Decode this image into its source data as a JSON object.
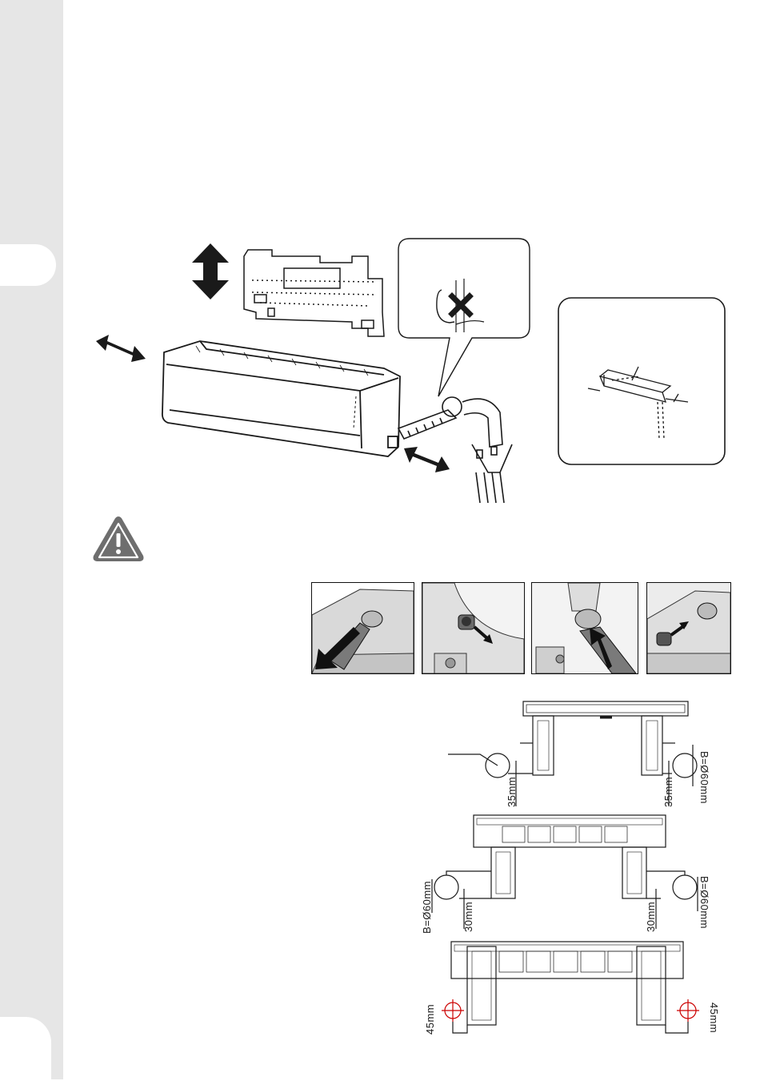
{
  "colors": {
    "sidebar": "#e6e6e6",
    "warning": "#6e6e6e",
    "ink": "#1a1a1a"
  },
  "icons": [
    "warning-triangle-icon",
    "double-arrow-icon",
    "prohibited-x-icon"
  ],
  "install_diagram": {
    "dimensions": {
      "fig1_left": "35mm",
      "fig1_right": "35mm",
      "fig1_hole": "B=Ø60mm",
      "fig2_left_hole": "B=Ø60mm",
      "fig2_left": "30mm",
      "fig2_right": "30mm",
      "fig2_right_hole": "B=Ø60mm",
      "fig3_left": "45mm",
      "fig3_right": "45mm"
    }
  }
}
